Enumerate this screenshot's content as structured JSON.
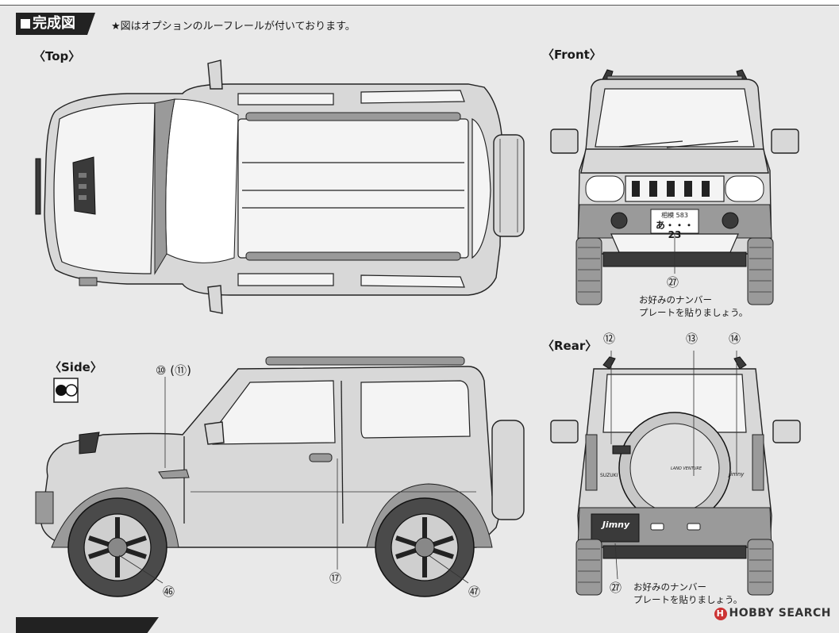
{
  "header": {
    "section_title": "完成図",
    "note": "★図はオプションのルーフレールが付いております。"
  },
  "views": {
    "top_label": "〈Top〉",
    "front_label": "〈Front〉",
    "side_label": "〈Side〉",
    "rear_label": "〈Rear〉"
  },
  "front_plate": {
    "line1": "相模 583",
    "line2": "あ・・・23"
  },
  "rear_badges": {
    "plate": "Jimny",
    "left": "SUZUKI",
    "center": "LAND VENTURE",
    "right": "Jimny"
  },
  "callouts": {
    "c10_11": "⑩ (⑪)",
    "c12": "⑫",
    "c13": "⑬",
    "c14": "⑭",
    "c17": "⑰",
    "c27_front": "㉗",
    "c27_rear": "㉗",
    "c46": "㊻",
    "c47": "㊼"
  },
  "plate_notes": {
    "front_line1": "お好みのナンバー",
    "front_line2": "プレートを貼りましょう。",
    "rear_line1": "お好みのナンバー",
    "rear_line2": "プレートを貼りましょう。"
  },
  "watermark": {
    "brand": "HOBBY SEARCH"
  },
  "colors": {
    "paper": "#e9e9e9",
    "line": "#222222",
    "body": "#d8d8d8"
  }
}
